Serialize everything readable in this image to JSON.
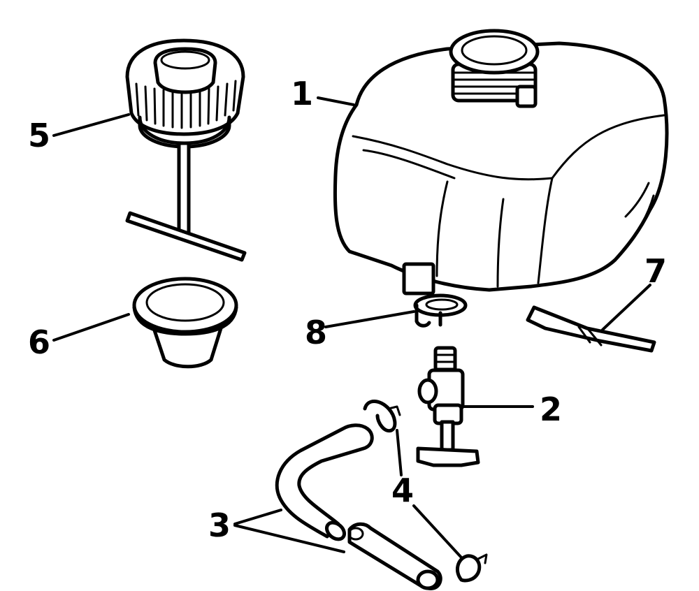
{
  "callouts": {
    "fuel_tank": "1",
    "fuel_valve": "2",
    "fuel_hose": "3",
    "hose_clamp": "4",
    "filler_cap": "5",
    "fuel_strainer": "6",
    "bracket": "7",
    "valve_clip": "8"
  }
}
